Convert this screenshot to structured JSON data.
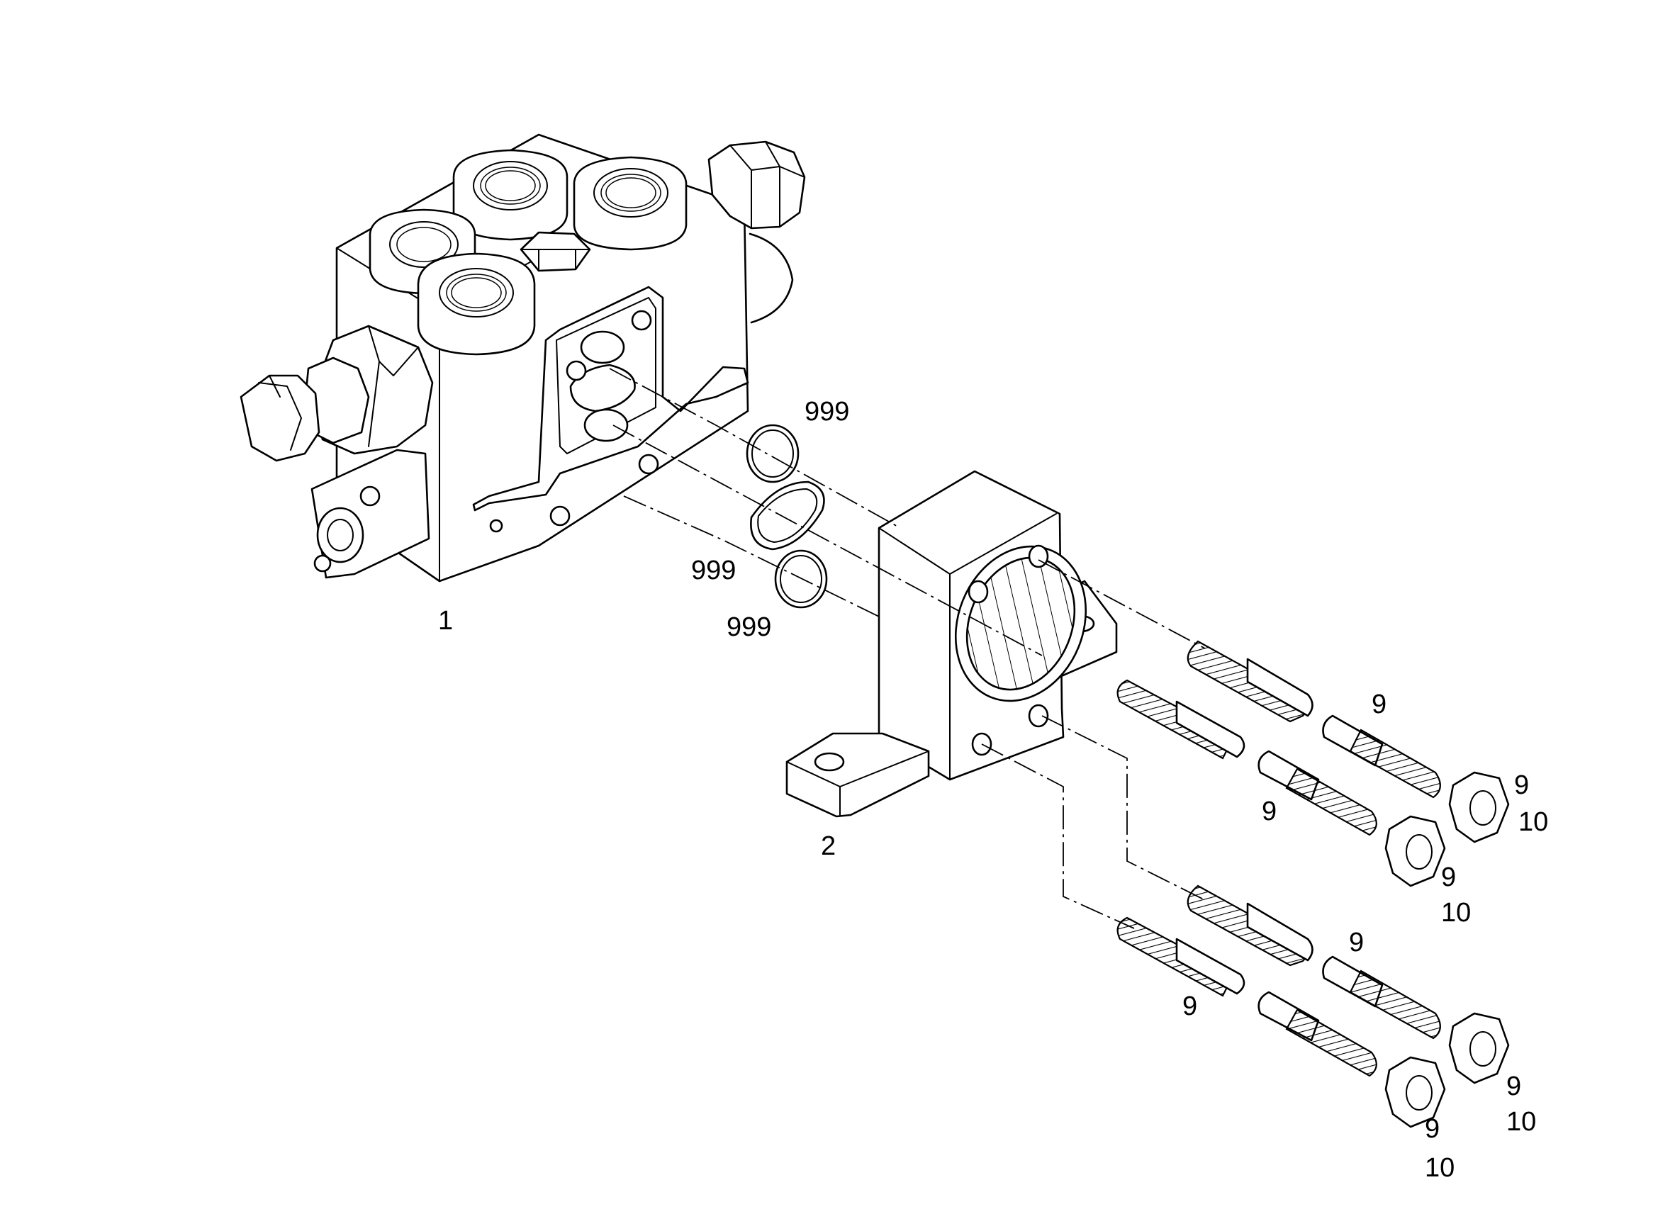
{
  "labels": {
    "valve_block": "1",
    "mounting_bracket": "2",
    "seal_upper": "999",
    "seal_middle": "999",
    "seal_lower": "999",
    "stud_1": "9",
    "stud_2": "9",
    "stud_3": "9",
    "stud_4": "9",
    "nut_1_a": "9",
    "nut_1_b": "10",
    "nut_2_a": "9",
    "nut_2_b": "10",
    "nut_3_a": "9",
    "nut_3_b": "10",
    "nut_4_a": "9",
    "nut_4_b": "10"
  }
}
